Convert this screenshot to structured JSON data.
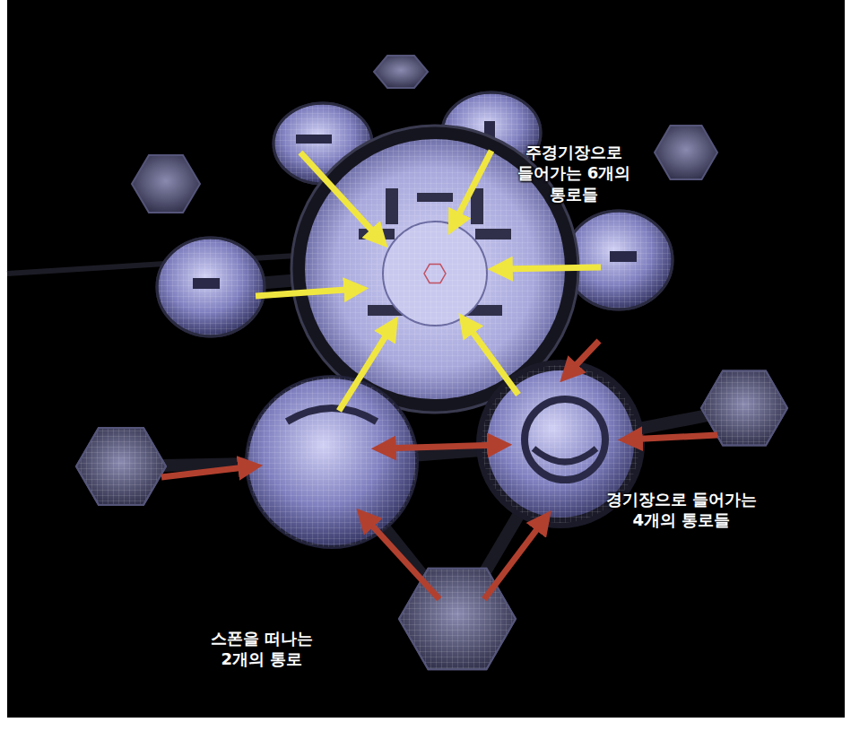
{
  "diagram": {
    "labels": [
      "주경기장으로 들어가는 6개의 통로들",
      "경기장으로 들어가는 4개의 통로들",
      "스폰을 떠나는 2개의 통로"
    ]
  }
}
